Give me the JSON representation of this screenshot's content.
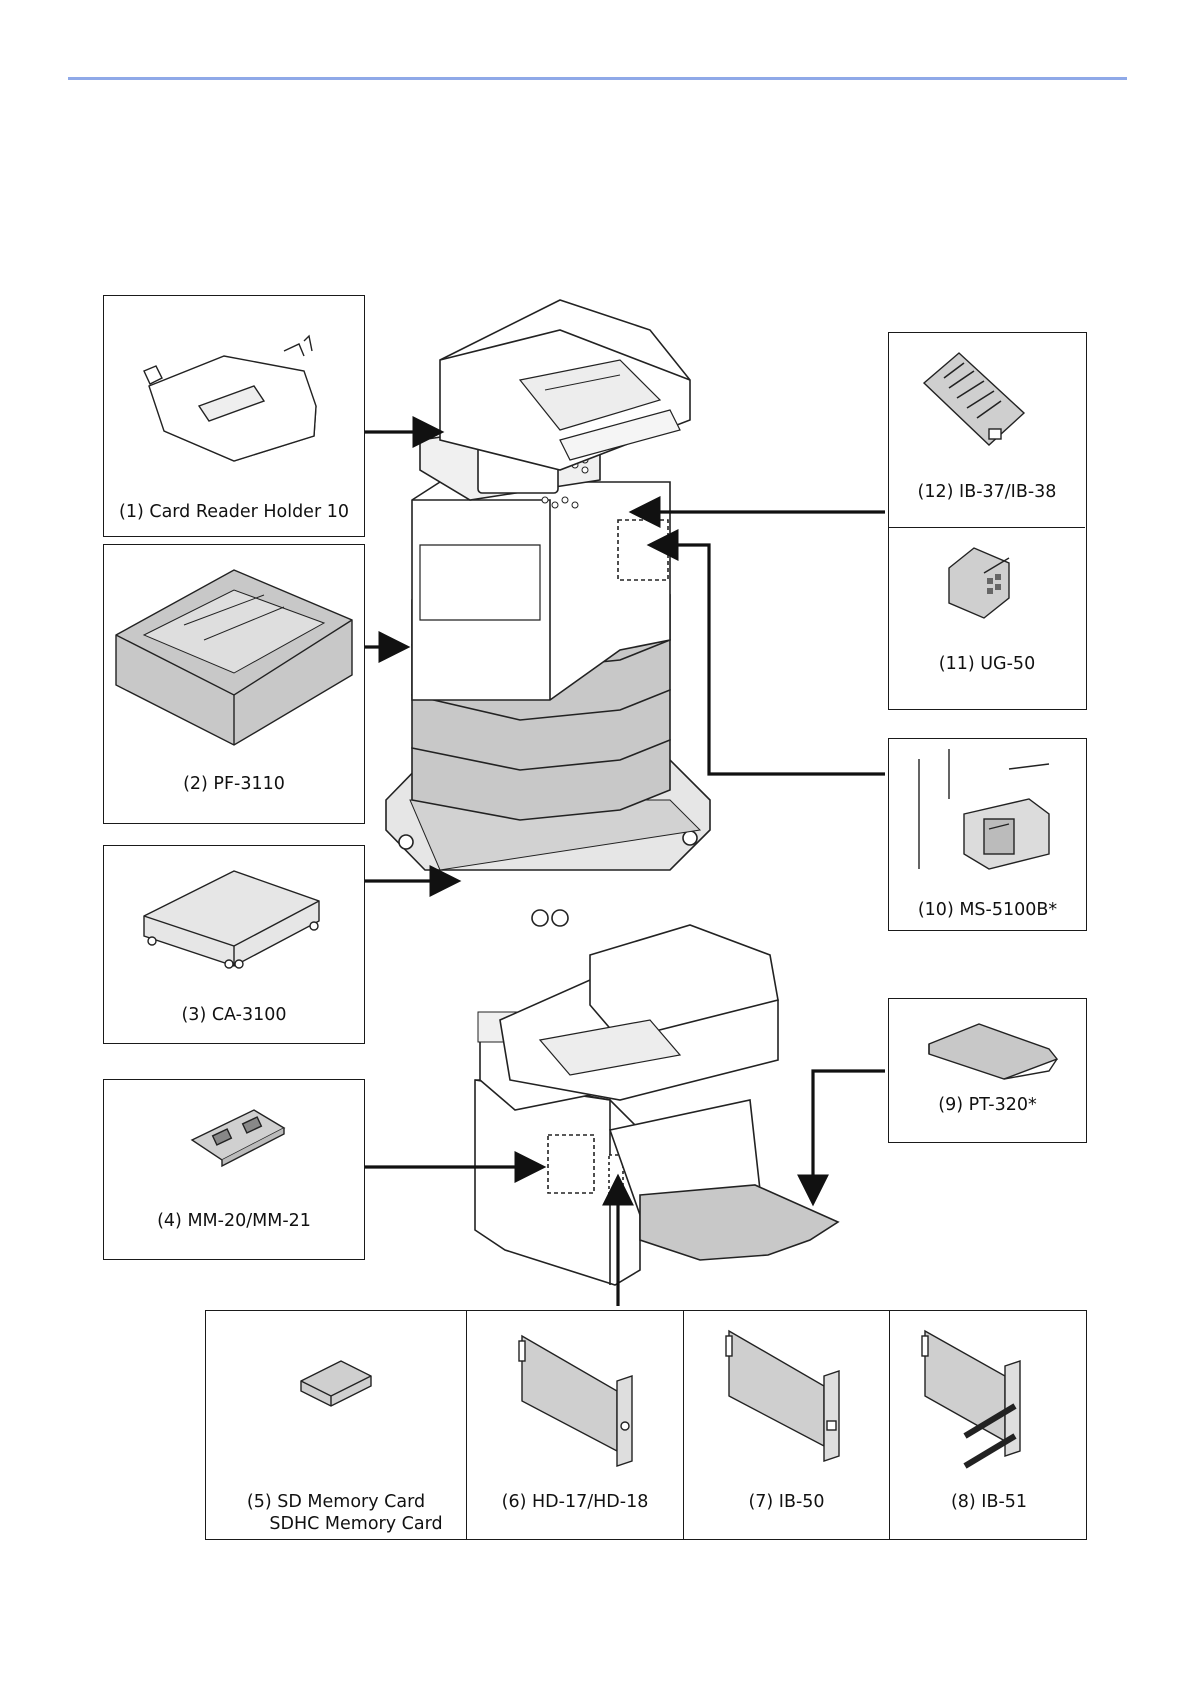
{
  "accessories": {
    "card_reader_holder": "(1) Card Reader Holder 10",
    "pf3110": "(2) PF-3110",
    "ca3100": "(3) CA-3100",
    "mm20": "(4) MM-20/MM-21",
    "sd_card_line1": "(5) SD Memory Card",
    "sd_card_line2": "SDHC Memory Card",
    "hd17": "(6) HD-17/HD-18",
    "ib50": "(7) IB-50",
    "ib51": "(8) IB-51",
    "pt320": "(9) PT-320*",
    "ms5100b": "(10) MS-5100B*",
    "ug50": "(11) UG-50",
    "ib37": "(12) IB-37/IB-38"
  },
  "colors": {
    "rule": "#8fa9e8",
    "line": "#1a1a1a",
    "fill_gray": "#c8c8c8"
  }
}
